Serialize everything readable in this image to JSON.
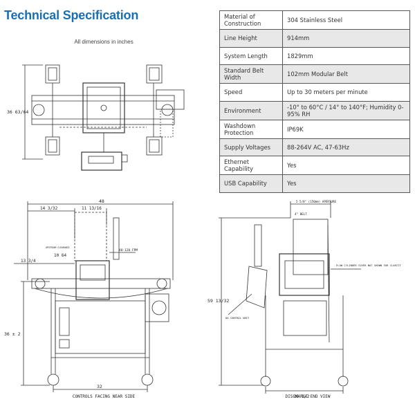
{
  "title": "Technical Specification",
  "dimension_note": "All dimensions in inches",
  "specs": [
    {
      "label": "Material of Construction",
      "value": "304 Stainless Steel"
    },
    {
      "label": "Line Height",
      "value": "914mm"
    },
    {
      "label": "System Length",
      "value": "1829mm"
    },
    {
      "label": "Standard Belt Width",
      "value": "102mm Modular Belt"
    },
    {
      "label": "Speed",
      "value": "Up to 30 meters per minute"
    },
    {
      "label": "Environment",
      "value": "-10° to 60°C / 14° to 140°F; Humidity 0-95% RH"
    },
    {
      "label": "Washdown Protection",
      "value": "IP69K"
    },
    {
      "label": "Supply Voltages",
      "value": "88-264V AC, 47-63Hz"
    },
    {
      "label": "Ethernet Capability",
      "value": "Yes"
    },
    {
      "label": "USB Capability",
      "value": "Yes"
    }
  ],
  "top_view": {
    "height_dim": "36 63/64"
  },
  "front_view": {
    "width_total": "48",
    "dim_left": "14 3/32",
    "dim_mid": "11 13/16",
    "dim_side": "13 3/4",
    "dim_height_a": "10 64",
    "speed_label": "40-120 FPM",
    "clearance_label": "UPSTREAM CLEARANCE",
    "height": "36 ± 2",
    "base_width": "32",
    "caption": "CONTROLS FACING NEAR SIDE"
  },
  "end_view": {
    "aperture": "5 5/8\" (150mm) APERTURE",
    "belt": "4\" BELT",
    "height": "59 13/32",
    "control_unit": "DA CONTROL UNIT",
    "cover_note": "FLOW CYLINDER COVER NOT SHOWN FOR CLARITY",
    "width": "26 1/2",
    "caption": "DISCHARGE END VIEW"
  }
}
